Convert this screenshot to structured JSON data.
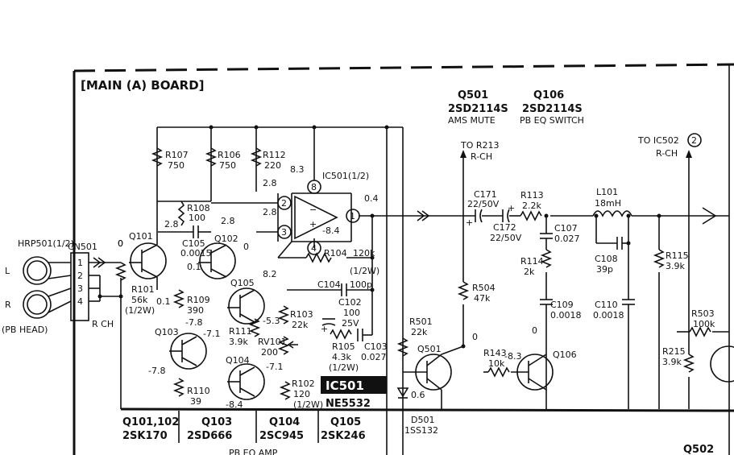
{
  "board": {
    "title": "[MAIN (A) BOARD]"
  },
  "header": {
    "q501": {
      "part": "Q501",
      "model": "2SD2114S",
      "role": "AMS MUTE"
    },
    "q106": {
      "part": "Q106",
      "model": "2SD2114S",
      "role": "PB EQ SWITCH"
    }
  },
  "connector": {
    "hrp": "HRP501(1/2)",
    "cn": "CN501",
    "pins": [
      "1",
      "2",
      "3",
      "4"
    ],
    "l": "L",
    "r": "R",
    "pb_head": "(PB HEAD)",
    "rch": "R CH",
    "volt_zero": "0"
  },
  "resistors": {
    "r107": {
      "name": "R107",
      "value": "750"
    },
    "r106": {
      "name": "R106",
      "value": "750"
    },
    "r112": {
      "name": "R112",
      "value": "220"
    },
    "r108": {
      "name": "R108",
      "value": "100"
    },
    "r101": {
      "name": "R101",
      "value": "56k",
      "rating": "(1/2W)"
    },
    "r109": {
      "name": "R109",
      "value": "390"
    },
    "r111": {
      "name": "R111",
      "value": "3.9k"
    },
    "r110": {
      "name": "R110",
      "value": "39"
    },
    "r104": {
      "name": "R104",
      "value": "120k",
      "rating": "(1/2W)"
    },
    "r103": {
      "name": "R103",
      "value": "22k"
    },
    "rv101": {
      "name": "RV101",
      "value": "200"
    },
    "r102": {
      "name": "R102",
      "value": "120",
      "rating": "(1/2W)"
    },
    "r105": {
      "name": "R105",
      "value": "4.3k",
      "rating": "(1/2W)"
    },
    "r113": {
      "name": "R113",
      "value": "2.2k"
    },
    "r114": {
      "name": "R114",
      "value": "2k"
    },
    "r504": {
      "name": "R504",
      "value": "47k"
    },
    "r501": {
      "name": "R501",
      "value": "22k"
    },
    "r143": {
      "name": "R143",
      "value": "10k"
    },
    "r115": {
      "name": "R115",
      "value": "3.9k"
    },
    "r503": {
      "name": "R503",
      "value": "100k"
    },
    "r215": {
      "name": "R215",
      "value": "3.9k"
    }
  },
  "capacitors": {
    "c105": {
      "name": "C105",
      "value": "0.0015"
    },
    "c104": {
      "name": "C104",
      "value": "100p"
    },
    "c102": {
      "name": "C102",
      "value": "100",
      "rating": "25V"
    },
    "c103": {
      "name": "C103",
      "value": "0.027"
    },
    "c171": {
      "name": "C171",
      "value": "22/50V"
    },
    "c172": {
      "name": "C172",
      "value": "22/50V"
    },
    "c107": {
      "name": "C107",
      "value": "0.027"
    },
    "c108": {
      "name": "C108",
      "value": "39p"
    },
    "c109": {
      "name": "C109",
      "value": "0.0018"
    },
    "c110": {
      "name": "C110",
      "value": "0.0018"
    }
  },
  "inductor": {
    "name": "L101",
    "value": "18mH"
  },
  "transistors": {
    "q101": "Q101",
    "q102": "Q102",
    "q103": "Q103",
    "q104": "Q104",
    "q105": "Q105",
    "q501": "Q501",
    "q106": "Q106"
  },
  "ic": {
    "name": "IC501(1/2)",
    "pins": [
      "1",
      "2",
      "3",
      "4",
      "8"
    ],
    "box_name": "IC501",
    "model": "NE5532"
  },
  "diode": {
    "name": "D501",
    "model": "1SS132"
  },
  "voltages": {
    "v_q101_top": "0",
    "v_28a": "2.8",
    "v_28b": "2.8",
    "v_28c": "2.8",
    "v_28d": "2.8",
    "v_83a": "8.3",
    "v_04": "0.4",
    "v_84a": "-8.4",
    "v_q102": "0",
    "v_01a": "0.1",
    "v_01b": "0.1",
    "v_82": "8.2",
    "v_78a": "-7.8",
    "v_71a": "-7.1",
    "v_53": "-5.3",
    "v_78b": "-7.8",
    "v_71b": "-7.1",
    "v_84b": "-8.4",
    "v_06": "0.6",
    "v_q501": "0",
    "v_q106": "0",
    "v_83b": "-8.3"
  },
  "offpage": {
    "r213_to": "TO R213",
    "r213_ch": "R-CH",
    "ic502_to": "TO IC502",
    "ic502_num": "2",
    "ic502_ch": "R-CH"
  },
  "footer": {
    "f1a": "Q101,102",
    "f1b": "2SK170",
    "f2a": "Q103",
    "f2b": "2SD666",
    "f3a": "Q104",
    "f3b": "2SC945",
    "f4a": "Q105",
    "f4b": "2SK246",
    "q502": "Q502",
    "pb_eq": "PB EQ AMP"
  },
  "pm": {
    "plus": "+",
    "minus": "−"
  }
}
